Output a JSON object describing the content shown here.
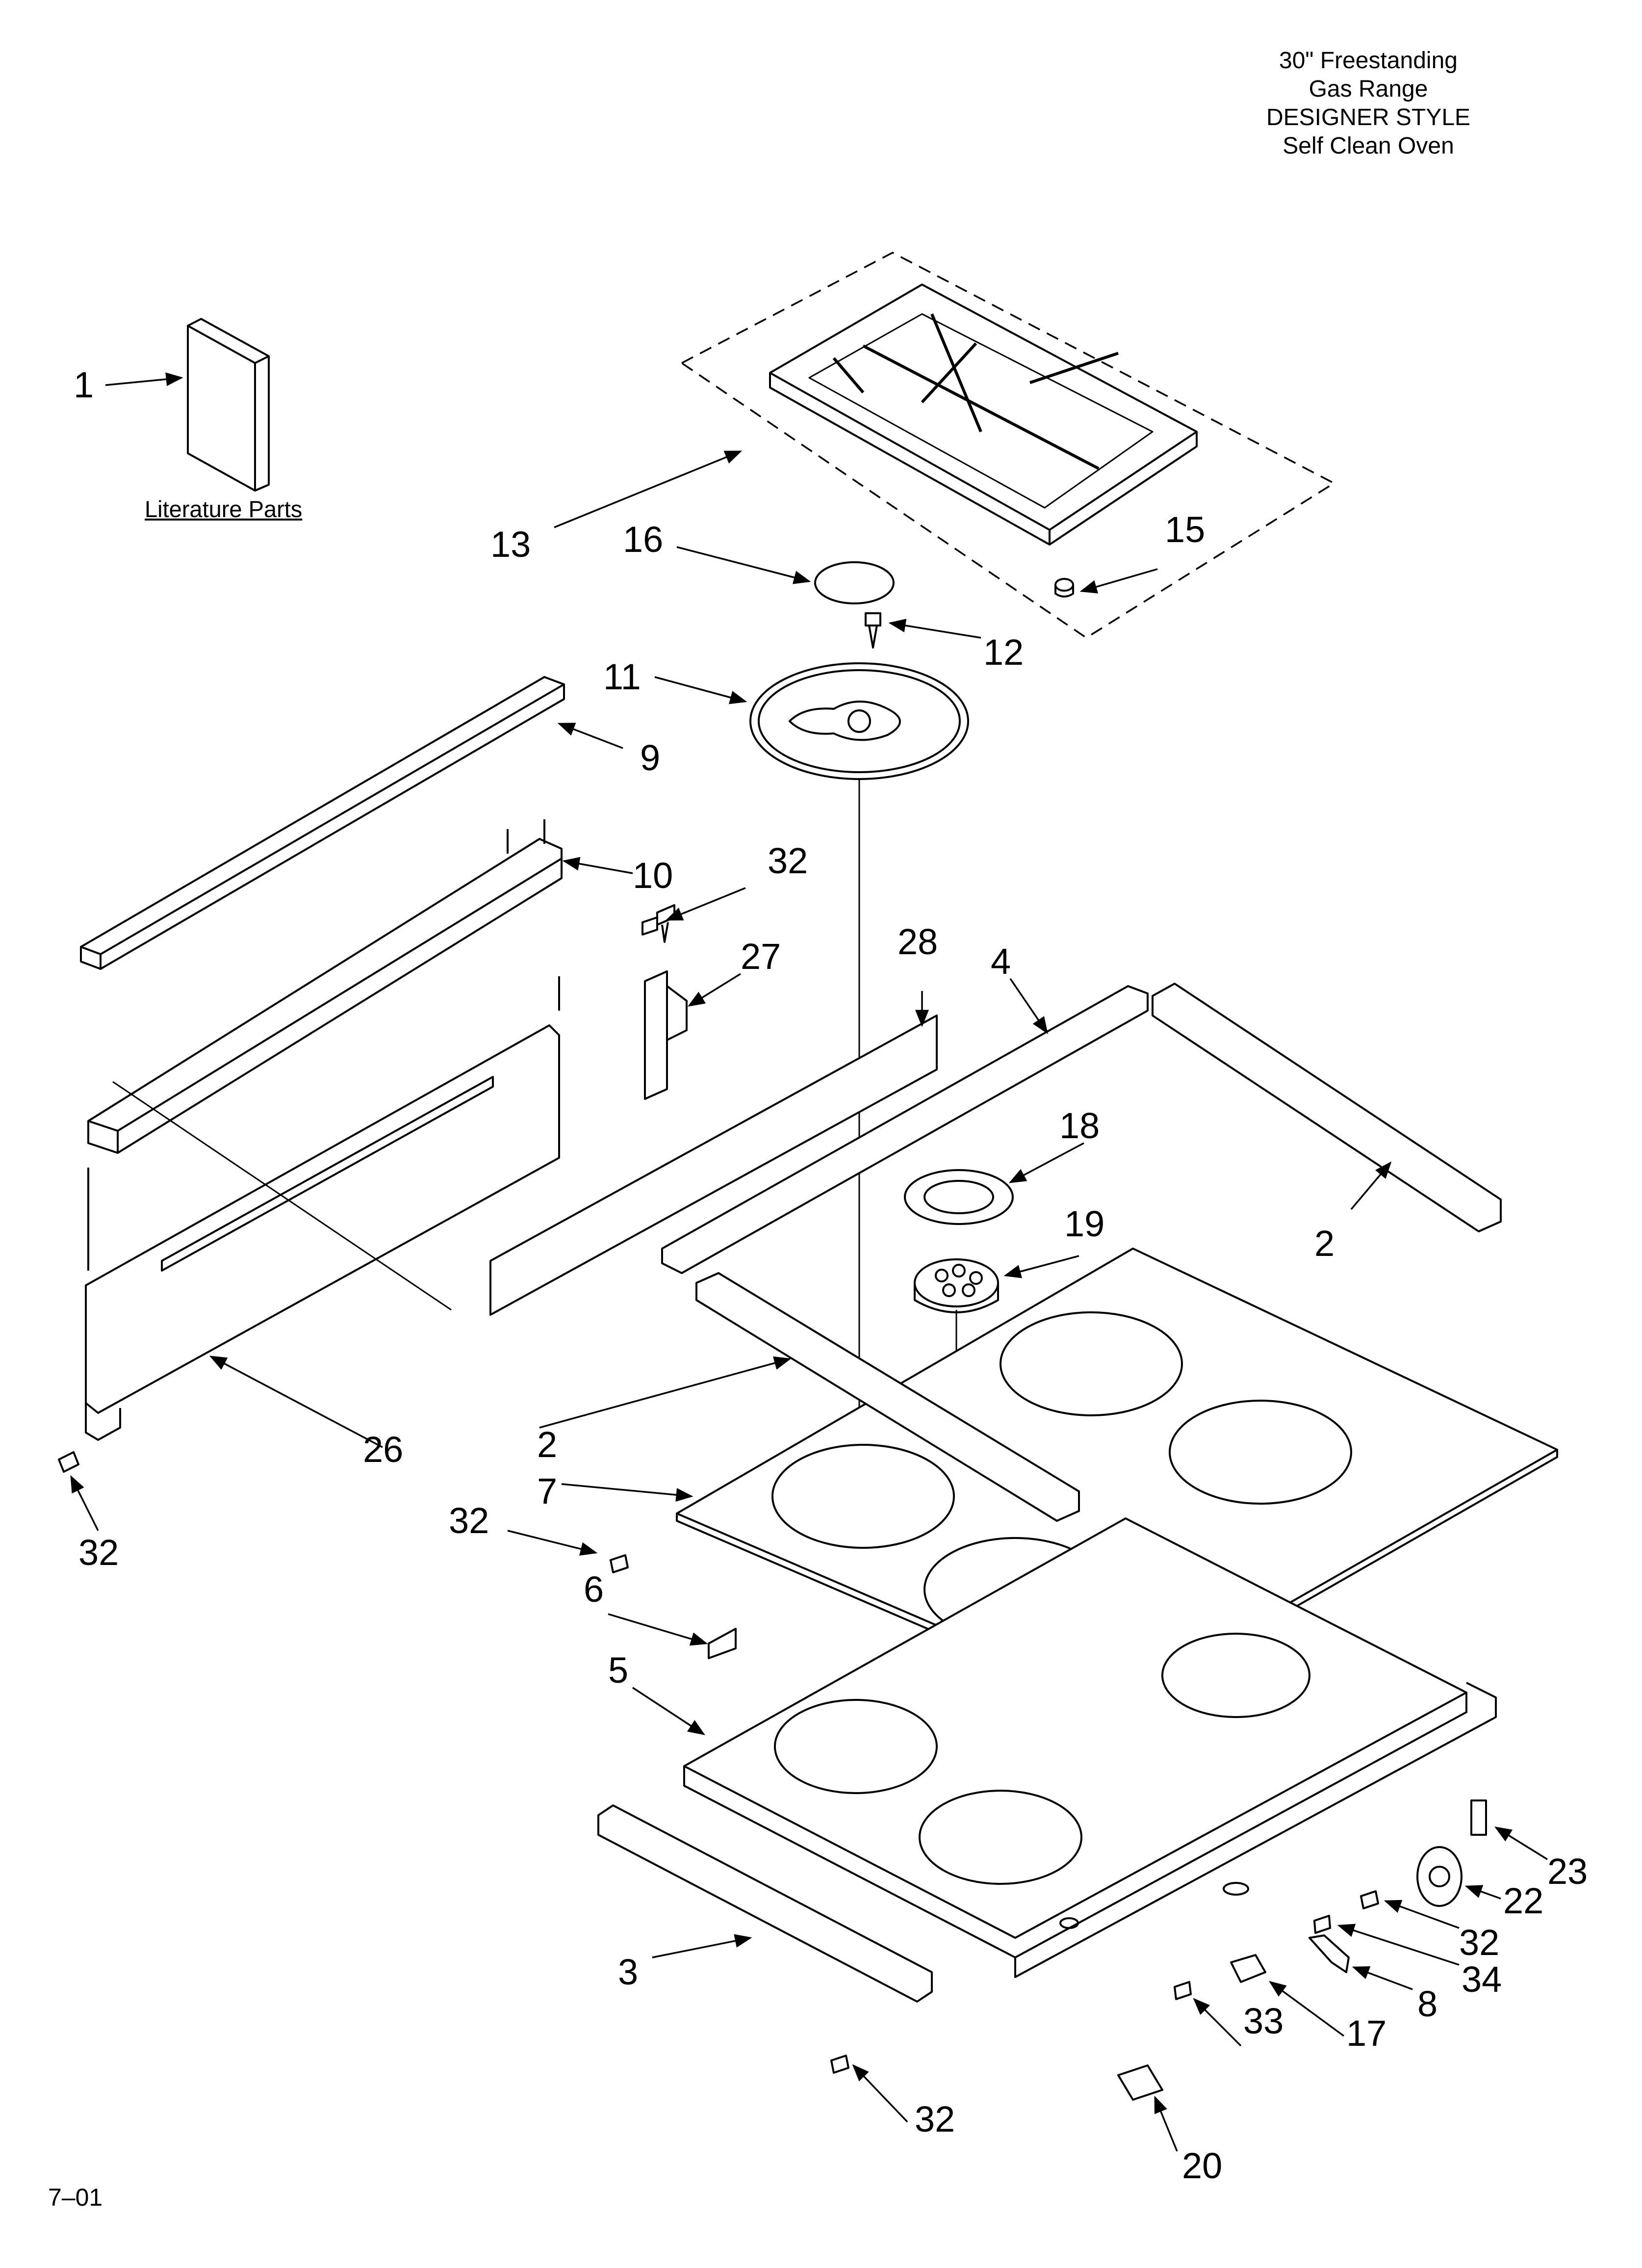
{
  "header": {
    "line1": "30\" Freestanding",
    "line2": "Gas Range",
    "line3": "DESIGNER STYLE",
    "line4": "Self Clean Oven"
  },
  "literature_label": "Literature Parts",
  "footer_code": "7–01",
  "callouts": [
    "1",
    "13",
    "16",
    "15",
    "12",
    "11",
    "9",
    "10",
    "32",
    "27",
    "28",
    "4",
    "18",
    "19",
    "2",
    "26",
    "32",
    "2",
    "7",
    "32",
    "6",
    "5",
    "3",
    "32",
    "23",
    "22",
    "32",
    "34",
    "8",
    "17",
    "33",
    "20"
  ]
}
